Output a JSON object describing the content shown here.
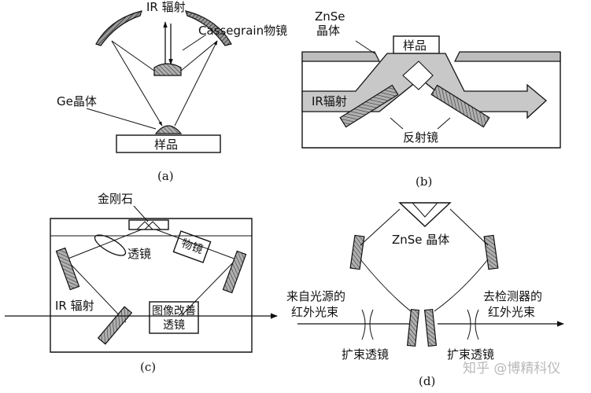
{
  "panel_a": {
    "ir_label": "IR 辐射",
    "cassegrain_label": "Cassegrain物镜",
    "ge_label": "Ge晶体",
    "sample_label": "样品",
    "caption": "(a)"
  },
  "panel_b": {
    "znse_label_1": "ZnSe",
    "znse_label_2": "晶体",
    "sample_label": "样品",
    "ir_label": "IR辐射",
    "mirror_label": "反射镜",
    "caption": "(b)"
  },
  "panel_c": {
    "diamond_label": "金刚石",
    "lens_label": "透镜",
    "objective_label": "物镜",
    "ir_label": "IR 辐射",
    "improve_lens_1": "图像改善",
    "improve_lens_2": "透镜",
    "caption": "(c)"
  },
  "panel_d": {
    "znse_label": "ZnSe 晶体",
    "source_1": "来自光源的",
    "source_2": "红外光束",
    "detector_1": "去检测器的",
    "detector_2": "红外光束",
    "expand_lens_left": "扩束透镜",
    "expand_lens_right": "扩束透镜",
    "caption": "(d)"
  },
  "watermark": "知乎 @博精科仪"
}
